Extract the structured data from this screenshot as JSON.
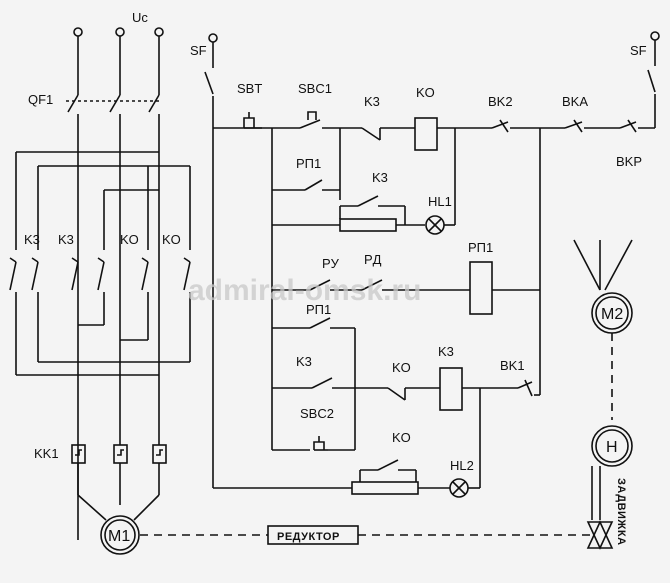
{
  "labels": {
    "uc": "Uc",
    "qf1": "QF1",
    "sf_left": "SF",
    "sf_right": "SF",
    "sbt": "SBT",
    "sbc1": "SBC1",
    "k3_top": "K3",
    "ko_top": "KO",
    "vk2": "BK2",
    "vka": "BKA",
    "vkr": "BKP",
    "rp1_a": "PП1",
    "k3_mid": "K3",
    "hl1": "HL1",
    "ru": "PУ",
    "rd": "PД",
    "rp1_coil": "PП1",
    "rp1_b": "PП1",
    "k3_low": "K3",
    "ko_low": "KO",
    "k3_coil": "K3",
    "vk1": "BK1",
    "sbc2": "SBC2",
    "ko_bot": "KO",
    "hl2": "HL2",
    "k3_p1": "K3",
    "k3_p2": "K3",
    "ko_p1": "KO",
    "ko_p2": "KO",
    "kk1": "KK1",
    "m1": "M1",
    "m2": "M2",
    "h": "H",
    "reductor": "РЕДУКТОР",
    "zadvizhka": "ЗАДВИЖКА",
    "watermark": "admiral-omsk.ru"
  }
}
